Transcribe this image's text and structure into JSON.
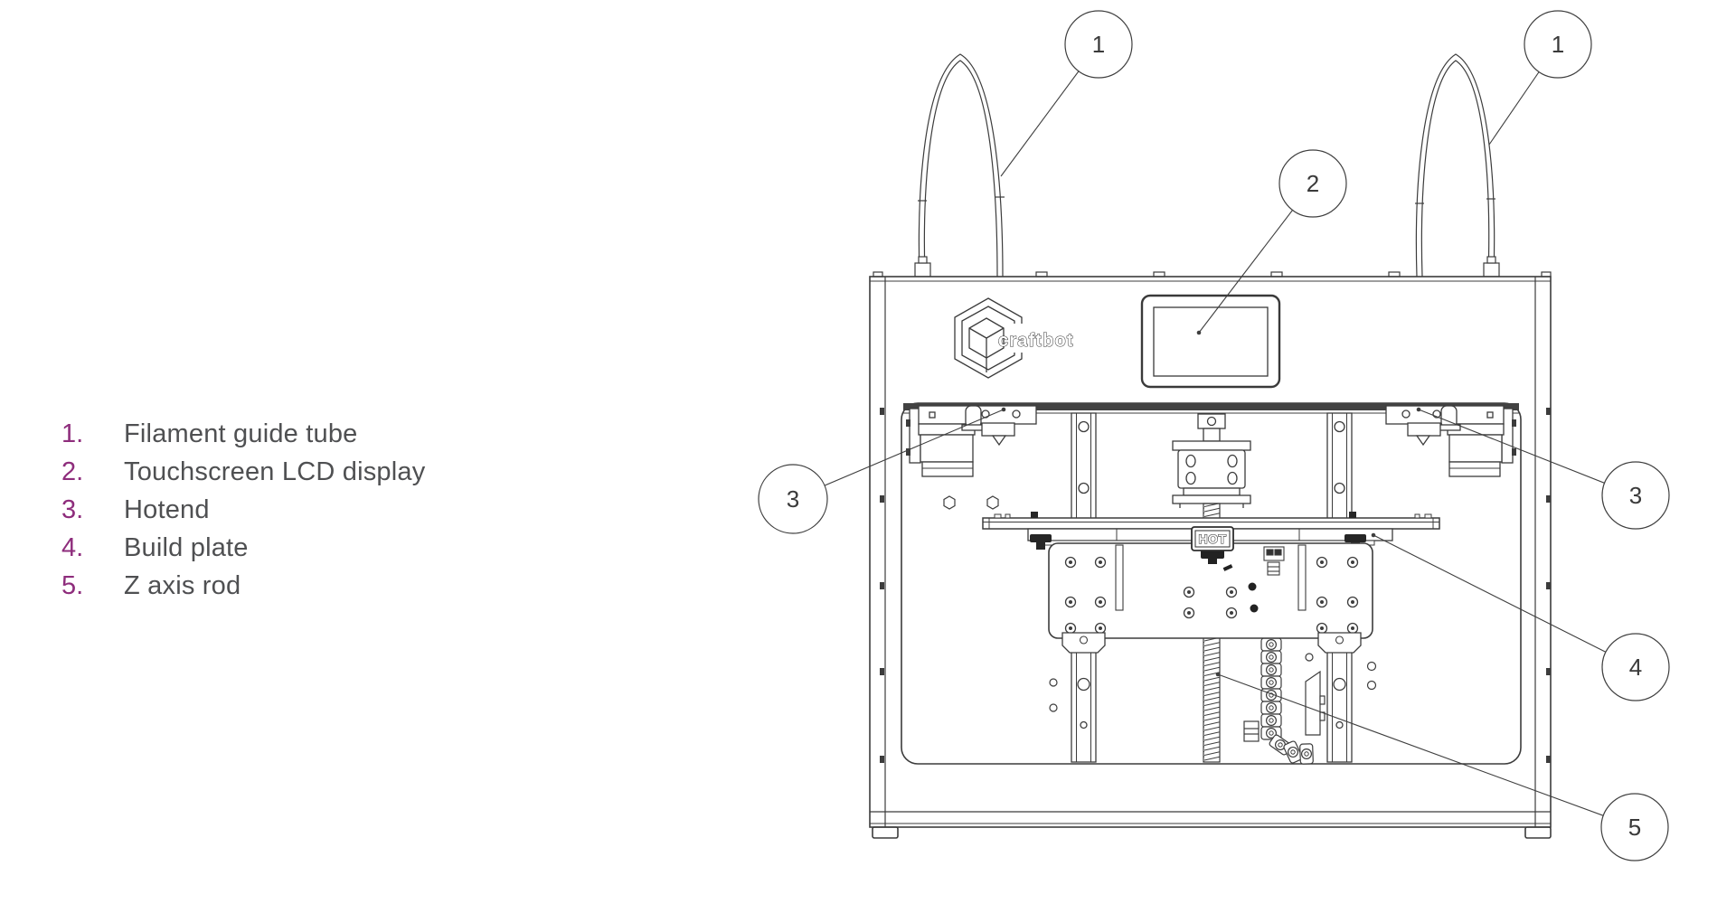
{
  "legend": {
    "items": [
      {
        "num": "1.",
        "label": "Filament guide tube"
      },
      {
        "num": "2.",
        "label": "Touchscreen LCD display"
      },
      {
        "num": "3.",
        "label": "Hotend"
      },
      {
        "num": "4.",
        "label": "Build plate"
      },
      {
        "num": "5.",
        "label": "Z axis rod"
      }
    ]
  },
  "diagram": {
    "logo_text": "craftbot",
    "bed_warning_label": "HOT",
    "callouts": [
      "1",
      "1",
      "2",
      "3",
      "3",
      "4",
      "5"
    ]
  },
  "colors": {
    "legend_number": "#8e2d7c",
    "legend_text": "#4f5052",
    "line_art": "#3c3c3c",
    "background": "#ffffff"
  }
}
